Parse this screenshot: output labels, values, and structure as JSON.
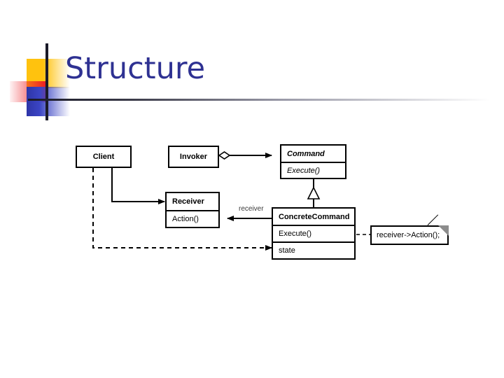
{
  "slide": {
    "title": "Structure",
    "title_color": "#2E3192",
    "background_color": "#ffffff"
  },
  "logo": {
    "yellow_color": "#FFC20E",
    "red_color": "#ED1C24",
    "blue_color": "#2E35A8",
    "line_color": "#1a1a28"
  },
  "diagram": {
    "type": "uml-class-diagram",
    "pattern": "Command",
    "classes": [
      {
        "id": "client",
        "name": "Client",
        "abstract": false,
        "members": []
      },
      {
        "id": "invoker",
        "name": "Invoker",
        "abstract": false,
        "members": []
      },
      {
        "id": "command",
        "name": "Command",
        "abstract": true,
        "members": [
          "Execute()"
        ]
      },
      {
        "id": "receiver",
        "name": "Receiver",
        "abstract": false,
        "members": [
          "Action()"
        ]
      },
      {
        "id": "concrete-command",
        "name": "ConcreteCommand",
        "abstract": false,
        "members": [
          "Execute()",
          "state"
        ]
      }
    ],
    "labels": {
      "receiver_association": "receiver"
    },
    "note": {
      "text": "receiver->Action();"
    },
    "relations": [
      {
        "from": "invoker",
        "to": "command",
        "kind": "aggregation"
      },
      {
        "from": "concrete-command",
        "to": "command",
        "kind": "generalization"
      },
      {
        "from": "client",
        "to": "receiver",
        "kind": "association"
      },
      {
        "from": "client",
        "to": "concrete-command",
        "kind": "dependency"
      },
      {
        "from": "concrete-command",
        "to": "receiver",
        "kind": "association",
        "label": "receiver"
      },
      {
        "from": "concrete-command",
        "to": "note",
        "kind": "note-anchor"
      }
    ]
  }
}
